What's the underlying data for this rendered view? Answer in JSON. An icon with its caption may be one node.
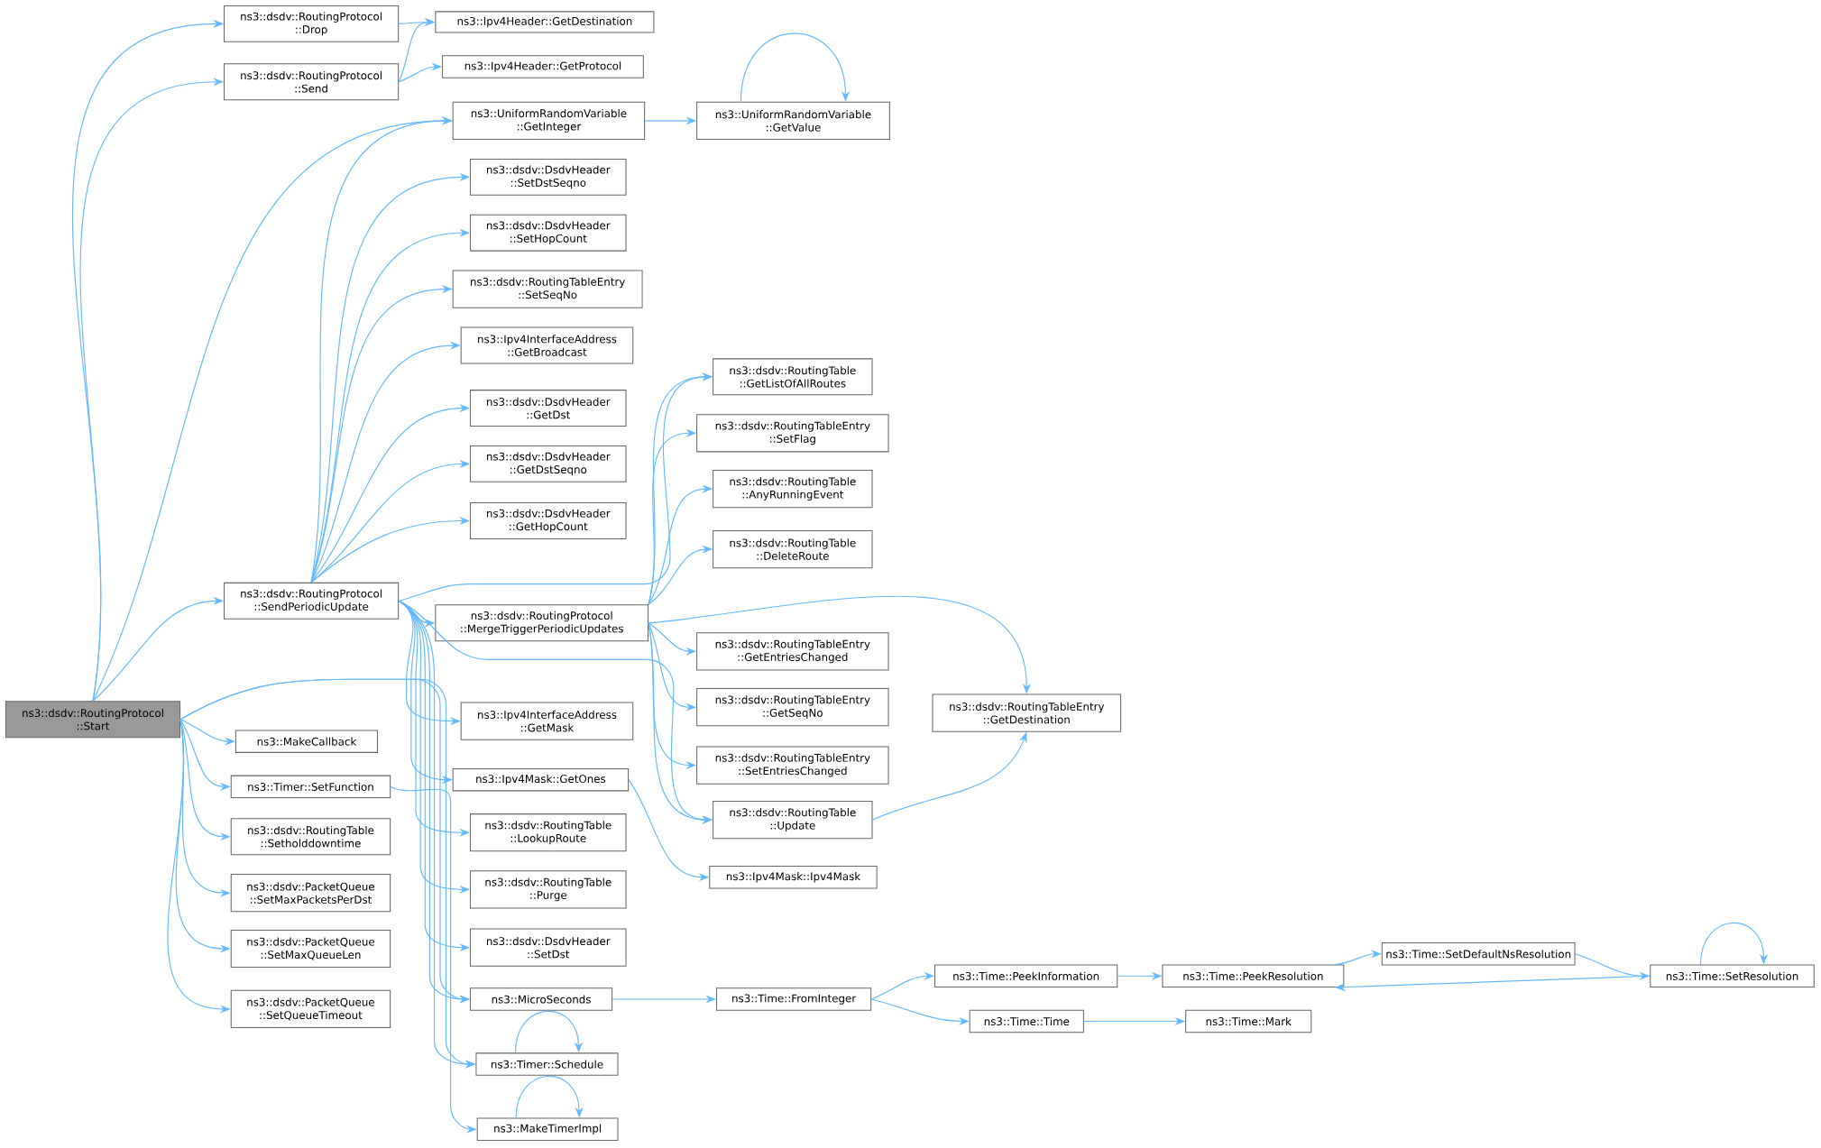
{
  "diagram": {
    "nodes": [
      {
        "text": [
          "ns3::dsdv::RoutingProtocol ::Start"
        ]
      },
      {
        "text": [
          "ns3::dsdv::RoutingProtocol ::Drop"
        ]
      },
      {
        "text": [
          "ns3::dsdv::RoutingProtocol ::Send"
        ]
      },
      {
        "text": [
          "ns3::Ipv4Header::GetDestination"
        ]
      },
      {
        "text": [
          "ns3::Ipv4Header::GetProtocol"
        ]
      },
      {
        "text": [
          "ns3::UniformRandomVariable ::GetInteger"
        ]
      },
      {
        "text": [
          "ns3::UniformRandomVariable ::GetValue"
        ]
      },
      {
        "text": [
          "ns3::dsdv::DsdvHeader ::SetDstSeqno"
        ]
      },
      {
        "text": [
          "ns3::dsdv::DsdvHeader ::SetHopCount"
        ]
      },
      {
        "text": [
          "ns3::dsdv::RoutingTableEntry ::SetSeqNo"
        ]
      },
      {
        "text": [
          "ns3::Ipv4InterfaceAddress ::GetBroadcast"
        ]
      },
      {
        "text": [
          "ns3::dsdv::DsdvHeader ::GetDst"
        ]
      },
      {
        "text": [
          "ns3::dsdv::DsdvHeader ::GetDstSeqno"
        ]
      },
      {
        "text": [
          "ns3::dsdv::DsdvHeader ::GetHopCount"
        ]
      },
      {
        "text": [
          "ns3::dsdv::RoutingProtocol ::SendPeriodicUpdate"
        ]
      },
      {
        "text": [
          "ns3::dsdv::RoutingProtocol ::MergeTriggerPeriodicUpdates"
        ]
      },
      {
        "text": [
          "ns3::dsdv::RoutingTable ::GetListOfAllRoutes"
        ]
      },
      {
        "text": [
          "ns3::dsdv::RoutingTableEntry ::SetFlag"
        ]
      },
      {
        "text": [
          "ns3::dsdv::RoutingTable ::AnyRunningEvent"
        ]
      },
      {
        "text": [
          "ns3::dsdv::RoutingTable ::DeleteRoute"
        ]
      },
      {
        "text": [
          "ns3::dsdv::RoutingTableEntry ::GetEntriesChanged"
        ]
      },
      {
        "text": [
          "ns3::dsdv::RoutingTableEntry ::GetSeqNo"
        ]
      },
      {
        "text": [
          "ns3::dsdv::RoutingTableEntry ::SetEntriesChanged"
        ]
      },
      {
        "text": [
          "ns3::dsdv::RoutingTable ::Update"
        ]
      },
      {
        "text": [
          "ns3::dsdv::RoutingTableEntry ::GetDestination"
        ]
      },
      {
        "text": [
          "ns3::MakeCallback"
        ]
      },
      {
        "text": [
          "ns3::Timer::SetFunction"
        ]
      },
      {
        "text": [
          "ns3::dsdv::RoutingTable ::Setholddowntime"
        ]
      },
      {
        "text": [
          "ns3::dsdv::PacketQueue ::SetMaxPacketsPerDst"
        ]
      },
      {
        "text": [
          "ns3::dsdv::PacketQueue ::SetMaxQueueLen"
        ]
      },
      {
        "text": [
          "ns3::dsdv::PacketQueue ::SetQueueTimeout"
        ]
      },
      {
        "text": [
          "ns3::Ipv4InterfaceAddress ::GetMask"
        ]
      },
      {
        "text": [
          "ns3::Ipv4Mask::GetOnes"
        ]
      },
      {
        "text": [
          "ns3::dsdv::RoutingTable ::LookupRoute"
        ]
      },
      {
        "text": [
          "ns3::dsdv::RoutingTable ::Purge"
        ]
      },
      {
        "text": [
          "ns3::dsdv::DsdvHeader ::SetDst"
        ]
      },
      {
        "text": [
          "ns3::MicroSeconds"
        ]
      },
      {
        "text": [
          "ns3::Timer::Schedule"
        ]
      },
      {
        "text": [
          "ns3::MakeTimerImpl"
        ]
      },
      {
        "text": [
          "ns3::Ipv4Mask::Ipv4Mask"
        ]
      },
      {
        "text": [
          "ns3::Time::FromInteger"
        ]
      },
      {
        "text": [
          "ns3::Time::PeekInformation"
        ]
      },
      {
        "text": [
          "ns3::Time::Time"
        ]
      },
      {
        "text": [
          "ns3::Time::PeekResolution"
        ]
      },
      {
        "text": [
          "ns3::Time::Mark"
        ]
      },
      {
        "text": [
          "ns3::Time::SetDefaultNsResolution"
        ]
      },
      {
        "text": [
          "ns3::Time::SetResolution"
        ]
      }
    ],
    "edges": [
      {
        "from": 0,
        "to": 1,
        "arrow": "to"
      },
      {
        "from": 0,
        "to": 2,
        "arrow": "to"
      },
      {
        "from": 0,
        "to": 5,
        "arrow": "to"
      },
      {
        "from": 0,
        "to": 14,
        "arrow": "to"
      },
      {
        "from": 0,
        "to": 25,
        "arrow": "to"
      },
      {
        "from": 0,
        "to": 26,
        "arrow": "to"
      },
      {
        "from": 0,
        "to": 27,
        "arrow": "to"
      },
      {
        "from": 0,
        "to": 28,
        "arrow": "to"
      },
      {
        "from": 0,
        "to": 29,
        "arrow": "to"
      },
      {
        "from": 0,
        "to": 30,
        "arrow": "to"
      },
      {
        "from": 0,
        "to": 36,
        "arrow": "to"
      },
      {
        "from": 0,
        "to": 37,
        "arrow": "to"
      },
      {
        "from": 1,
        "to": 3,
        "arrow": "to"
      },
      {
        "from": 2,
        "to": 3,
        "arrow": "to"
      },
      {
        "from": 2,
        "to": 4,
        "arrow": "to"
      },
      {
        "from": 5,
        "to": 6,
        "arrow": "to"
      },
      {
        "from": 6,
        "to": 6,
        "arrow": "to"
      },
      {
        "from": 14,
        "to": 5,
        "arrow": "to"
      },
      {
        "from": 14,
        "to": 7,
        "arrow": "to"
      },
      {
        "from": 14,
        "to": 8,
        "arrow": "to"
      },
      {
        "from": 14,
        "to": 9,
        "arrow": "to"
      },
      {
        "from": 14,
        "to": 10,
        "arrow": "to"
      },
      {
        "from": 14,
        "to": 11,
        "arrow": "to"
      },
      {
        "from": 14,
        "to": 12,
        "arrow": "to"
      },
      {
        "from": 14,
        "to": 13,
        "arrow": "to"
      },
      {
        "from": 14,
        "to": 15,
        "arrow": "to"
      },
      {
        "from": 14,
        "to": 16,
        "arrow": "to"
      },
      {
        "from": 14,
        "to": 23,
        "arrow": "to"
      },
      {
        "from": 14,
        "to": 31,
        "arrow": "to"
      },
      {
        "from": 14,
        "to": 32,
        "arrow": "to"
      },
      {
        "from": 14,
        "to": 33,
        "arrow": "to"
      },
      {
        "from": 14,
        "to": 34,
        "arrow": "to"
      },
      {
        "from": 14,
        "to": 35,
        "arrow": "to"
      },
      {
        "from": 14,
        "to": 36,
        "arrow": "to"
      },
      {
        "from": 14,
        "to": 37,
        "arrow": "to"
      },
      {
        "from": 15,
        "to": 16,
        "arrow": "to"
      },
      {
        "from": 15,
        "to": 17,
        "arrow": "to"
      },
      {
        "from": 15,
        "to": 18,
        "arrow": "to"
      },
      {
        "from": 15,
        "to": 19,
        "arrow": "to"
      },
      {
        "from": 15,
        "to": 20,
        "arrow": "to"
      },
      {
        "from": 15,
        "to": 21,
        "arrow": "to"
      },
      {
        "from": 15,
        "to": 22,
        "arrow": "to"
      },
      {
        "from": 15,
        "to": 23,
        "arrow": "to"
      },
      {
        "from": 15,
        "to": 24,
        "arrow": "to"
      },
      {
        "from": 23,
        "to": 24,
        "arrow": "to"
      },
      {
        "from": 32,
        "to": 39,
        "arrow": "to"
      },
      {
        "from": 26,
        "to": 38,
        "arrow": "to"
      },
      {
        "from": 36,
        "to": 40,
        "arrow": "to"
      },
      {
        "from": 40,
        "to": 41,
        "arrow": "to"
      },
      {
        "from": 40,
        "to": 42,
        "arrow": "to"
      },
      {
        "from": 41,
        "to": 43,
        "arrow": "to"
      },
      {
        "from": 42,
        "to": 44,
        "arrow": "to"
      },
      {
        "from": 43,
        "to": 45,
        "arrow": "to"
      },
      {
        "from": 45,
        "to": 46,
        "arrow": "to"
      },
      {
        "from": 46,
        "to": 43,
        "arrow": "to"
      },
      {
        "from": 46,
        "to": 46,
        "arrow": "to"
      },
      {
        "from": 37,
        "to": 37,
        "arrow": "to"
      },
      {
        "from": 38,
        "to": 38,
        "arrow": "to"
      }
    ]
  }
}
